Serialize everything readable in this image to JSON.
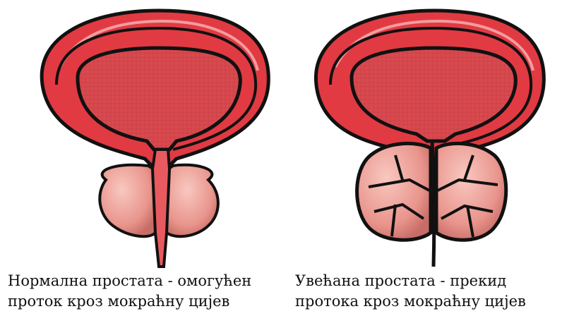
{
  "panels": [
    {
      "state": "normal",
      "caption_line1": "Нормална простата - омогућен",
      "caption_line2": "проток кроз мокраћну цијев"
    },
    {
      "state": "enlarged",
      "caption_line1": "Увећана простата - прекид",
      "caption_line2": "протока кроз мокраћну цијев"
    }
  ],
  "colors": {
    "bladder_wall": "#e23a42",
    "bladder_inner": "#d94a4f",
    "prostate": "#f0a8a0",
    "outline": "#111111"
  }
}
